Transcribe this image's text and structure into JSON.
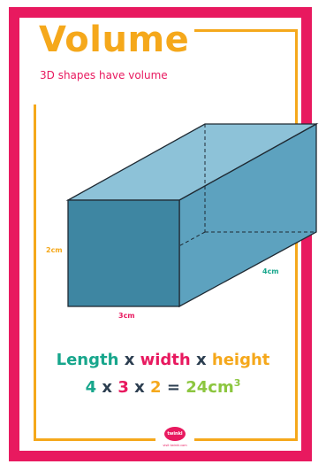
{
  "poster": {
    "title": "Volume",
    "subtitle": "3D shapes have volume",
    "labels": {
      "height": "2cm",
      "length": "3cm",
      "depth": "4cm"
    },
    "formula_words": {
      "length": "Length",
      "x1": "x",
      "width": "width",
      "x2": "x",
      "height": "height"
    },
    "formula_numbers": {
      "length": "4",
      "x1": "x",
      "width": "3",
      "x2": "x",
      "height": "2",
      "equals": "=",
      "result": "24cm",
      "exponent": "3"
    },
    "logo": {
      "brand": "twinkl",
      "site": "visit twinkl.com"
    }
  },
  "colors": {
    "frame": "#e8195f",
    "accent_gold": "#f5a81b",
    "teal": "#17a68c",
    "green": "#8cc63f",
    "cuboid_front": "#3e86a2",
    "cuboid_side": "#5da2bf",
    "cuboid_top": "#8dc2d8"
  }
}
